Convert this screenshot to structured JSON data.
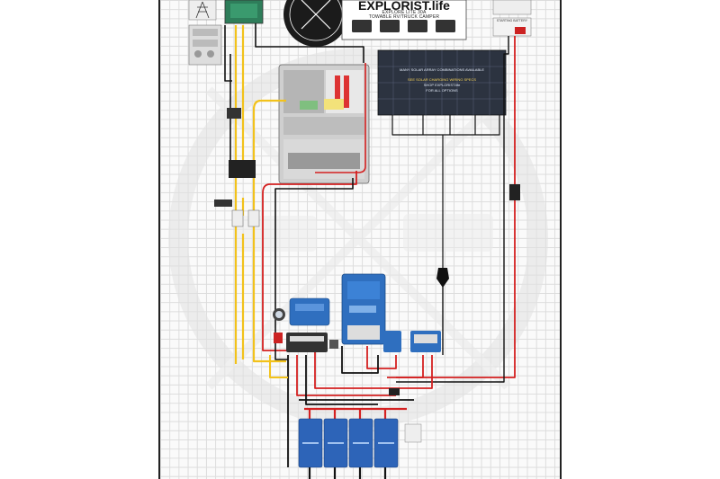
{
  "title_block": {
    "brand": "EXPLORIST.life",
    "line1": "EXPLORE LITE 30A",
    "line2": "TOWABLE RV/TRUCK CAMPER"
  },
  "solar_array_note": {
    "line1": "MANY SOLAR ARRAY COMBINATIONS AVAILABLE",
    "line2": "SEE SOLAR CHARGING WIRING SPECS",
    "line3": "SHOP EXPLORIST.life",
    "line4": "FOR ALL OPTIONS"
  },
  "starting_battery_label": "STARTING BATTERY",
  "logo": {
    "text": "EXPLORIST.life ELECTRICAL"
  },
  "colors": {
    "positive_wire": "#d42020",
    "negative_wire": "#111111",
    "ac_hot_wire": "#f2c21b",
    "victron_blue": "#2f6fbf",
    "battery_blue": "#2d64b8"
  },
  "icons": [
    "power-tower-icon",
    "shore-power-icon",
    "rv-icon",
    "truck-icon",
    "lightning-icon"
  ]
}
